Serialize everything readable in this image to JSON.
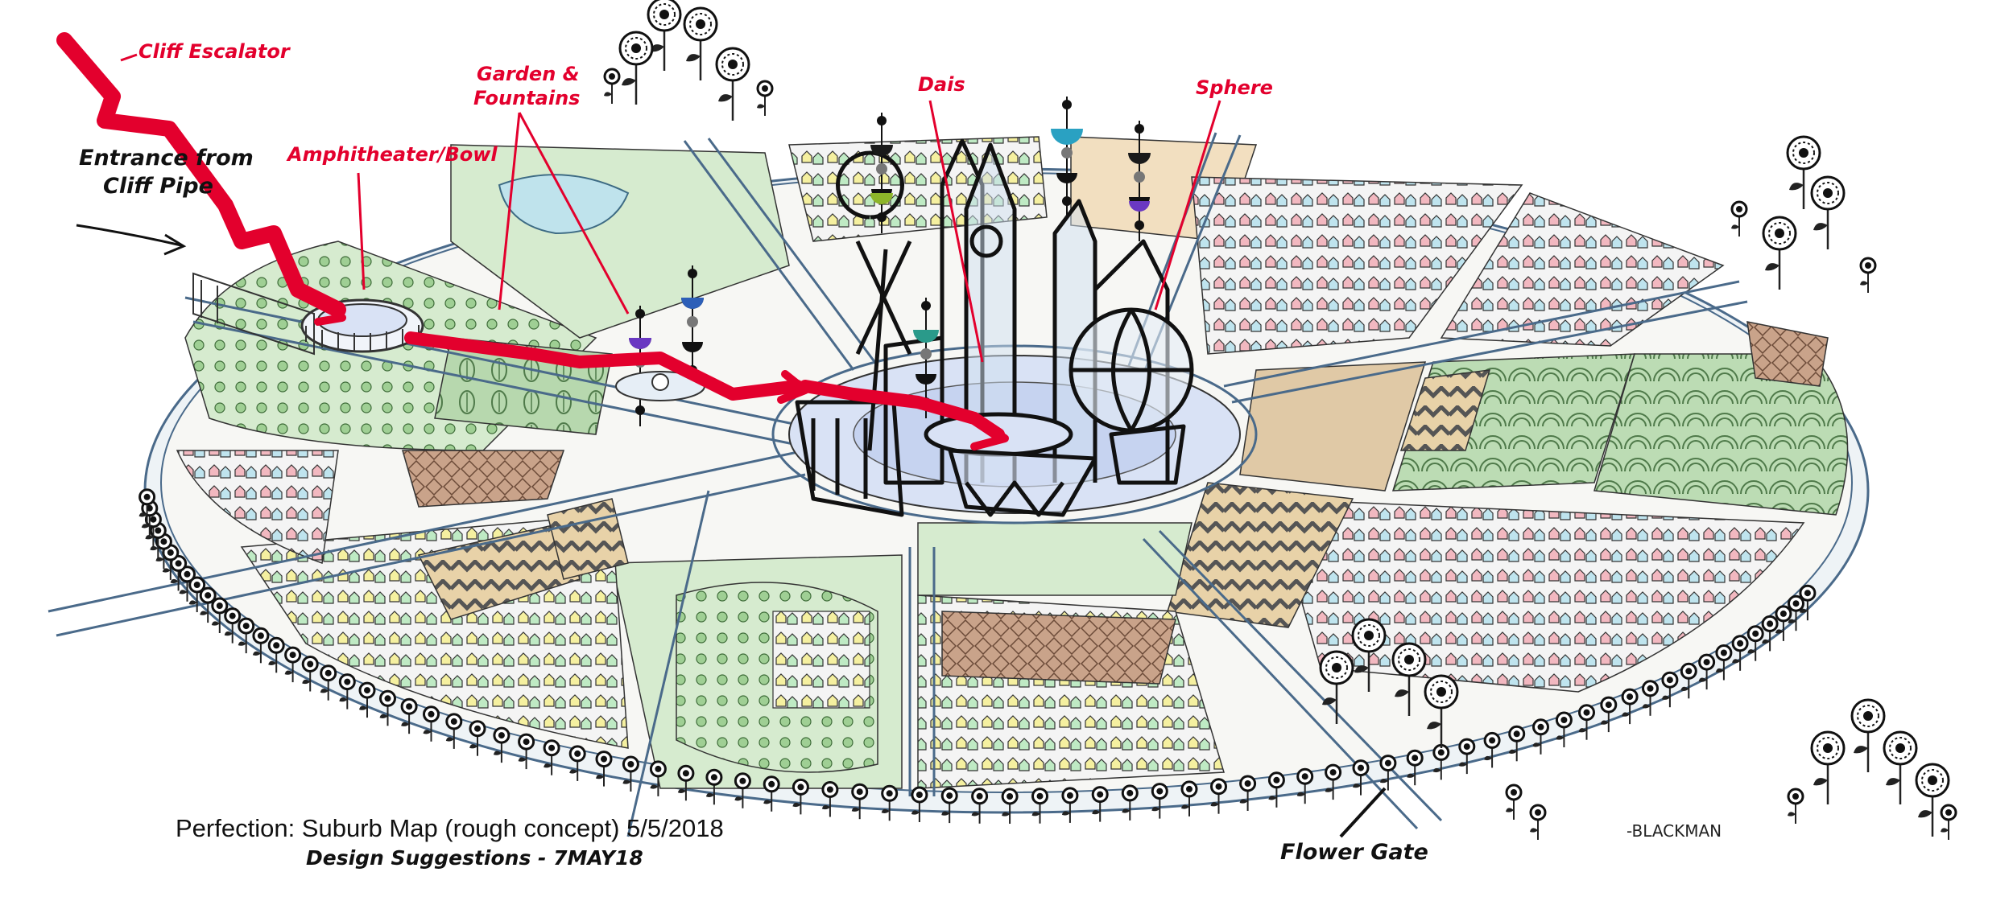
{
  "caption": {
    "title": "Perfection: Suburb Map (rough concept) 5/5/2018",
    "subtitle": "Design Suggestions - 7MAY18"
  },
  "signature": "-BLACKMAN",
  "labels": {
    "cliff_escalator": "Cliff Escalator",
    "entrance_line1": "Entrance from",
    "entrance_line2": "Cliff Pipe",
    "amphitheater": "Amphitheater/Bowl",
    "garden_line1": "Garden &",
    "garden_line2": "Fountains",
    "dais": "Dais",
    "sphere": "Sphere",
    "flower_gate": "Flower Gate"
  },
  "colors": {
    "annotation": "#e3002d",
    "road": "#4a6a8a",
    "park": "#cfe6c8",
    "plaza": "#d9e2f5",
    "brown": "#c9a38a",
    "tan": "#e8d2a8"
  }
}
